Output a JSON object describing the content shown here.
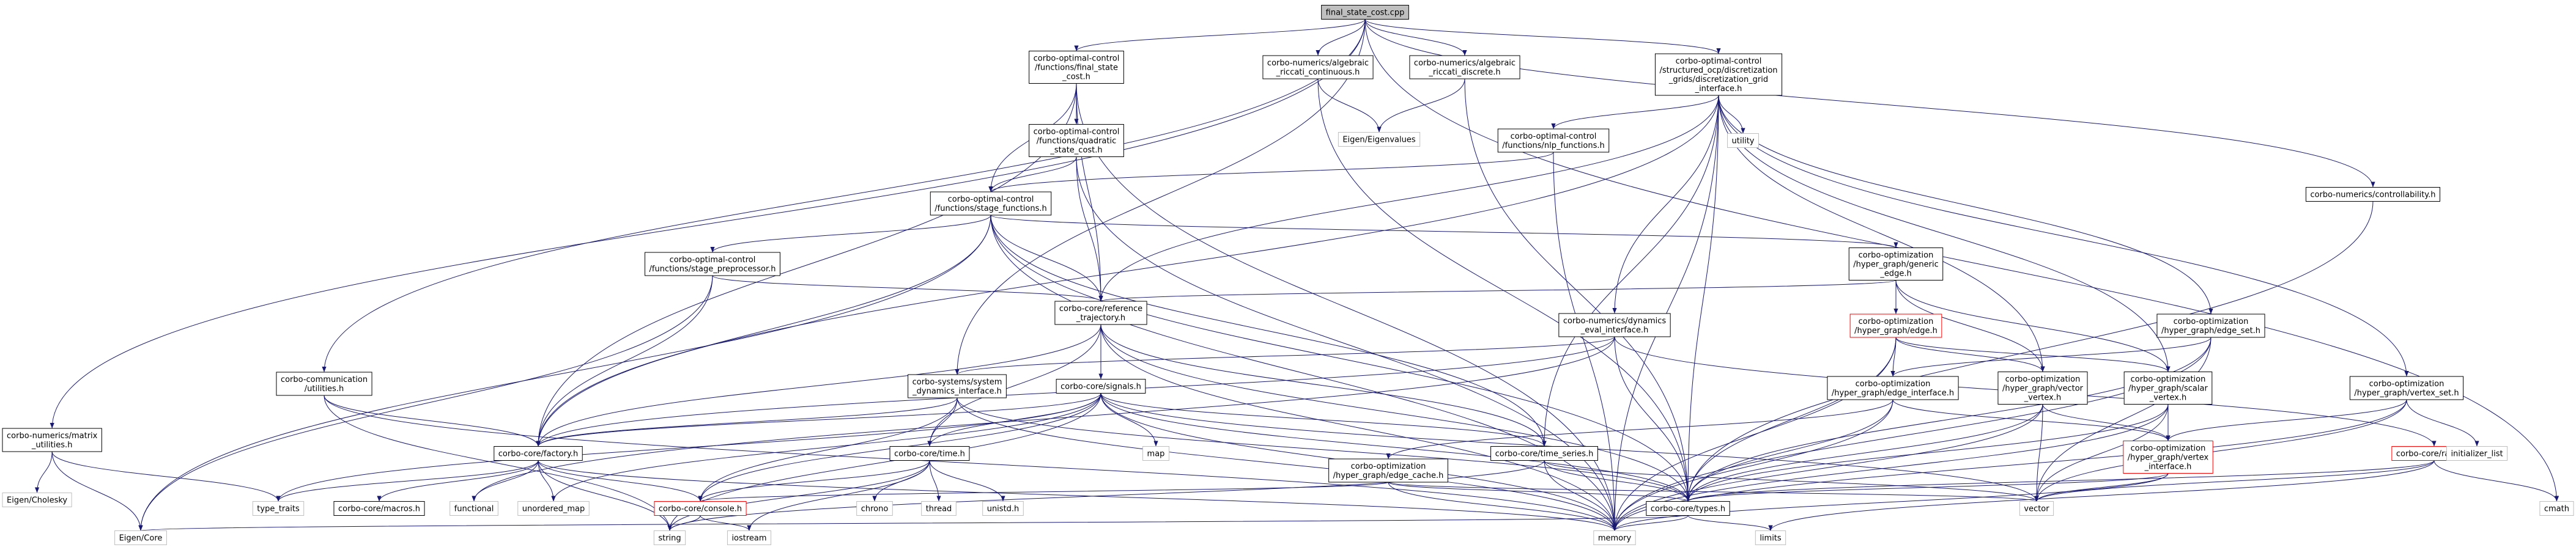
{
  "graph": {
    "root": "final_state_cost.cpp",
    "colors": {
      "edge": "#191970",
      "node_border": "#000000",
      "red_border": "#ff0000",
      "ext_border": "#bfbfbf",
      "ext_text": "#555555",
      "root_fill": "#bfbfbf"
    },
    "nodes": [
      {
        "id": "root",
        "lines": [
          "final_state_cost.cpp"
        ],
        "kind": "root"
      },
      {
        "id": "fsc_h",
        "lines": [
          "corbo-optimal-control",
          "/functions/final_state",
          "_cost.h"
        ]
      },
      {
        "id": "ric_c",
        "lines": [
          "corbo-numerics/algebraic",
          "_riccati_continuous.h"
        ]
      },
      {
        "id": "ric_d",
        "lines": [
          "corbo-numerics/algebraic",
          "_riccati_discrete.h"
        ]
      },
      {
        "id": "disc_grid",
        "lines": [
          "corbo-optimal-control",
          "/structured_ocp/discretization",
          "_grids/discretization_grid",
          "_interface.h"
        ]
      },
      {
        "id": "quad",
        "lines": [
          "corbo-optimal-control",
          "/functions/quadratic",
          "_state_cost.h"
        ]
      },
      {
        "id": "eig_val",
        "lines": [
          "Eigen/Eigenvalues"
        ],
        "kind": "ext"
      },
      {
        "id": "utility",
        "lines": [
          "utility"
        ],
        "kind": "ext"
      },
      {
        "id": "nlp",
        "lines": [
          "corbo-optimal-control",
          "/functions/nlp_functions.h"
        ]
      },
      {
        "id": "ctrl",
        "lines": [
          "corbo-numerics/controllability.h"
        ]
      },
      {
        "id": "stage_fn",
        "lines": [
          "corbo-optimal-control",
          "/functions/stage_functions.h"
        ]
      },
      {
        "id": "stage_pre",
        "lines": [
          "corbo-optimal-control",
          "/functions/stage_preprocessor.h"
        ]
      },
      {
        "id": "gen_edge",
        "lines": [
          "corbo-optimization",
          "/hyper_graph/generic",
          "_edge.h"
        ]
      },
      {
        "id": "ref_traj",
        "lines": [
          "corbo-core/reference",
          "_trajectory.h"
        ]
      },
      {
        "id": "edge",
        "lines": [
          "corbo-optimization",
          "/hyper_graph/edge.h"
        ],
        "kind": "red"
      },
      {
        "id": "dyn_eval",
        "lines": [
          "corbo-numerics/dynamics",
          "_eval_interface.h"
        ]
      },
      {
        "id": "edge_set",
        "lines": [
          "corbo-optimization",
          "/hyper_graph/edge_set.h"
        ]
      },
      {
        "id": "matrix",
        "lines": [
          "corbo-numerics/matrix",
          "_utilities.h"
        ]
      },
      {
        "id": "comm",
        "lines": [
          "corbo-communication",
          "/utilities.h"
        ]
      },
      {
        "id": "sys_dyn",
        "lines": [
          "corbo-systems/system",
          "_dynamics_interface.h"
        ]
      },
      {
        "id": "signals",
        "lines": [
          "corbo-core/signals.h"
        ]
      },
      {
        "id": "edge_if",
        "lines": [
          "corbo-optimization",
          "/hyper_graph/edge_interface.h"
        ]
      },
      {
        "id": "vec_vertex",
        "lines": [
          "corbo-optimization",
          "/hyper_graph/vector",
          "_vertex.h"
        ]
      },
      {
        "id": "scal_vertex",
        "lines": [
          "corbo-optimization",
          "/hyper_graph/scalar",
          "_vertex.h"
        ]
      },
      {
        "id": "vertex_set",
        "lines": [
          "corbo-optimization",
          "/hyper_graph/vertex_set.h"
        ]
      },
      {
        "id": "range",
        "lines": [
          "corbo-core/range.h"
        ],
        "kind": "red"
      },
      {
        "id": "map",
        "lines": [
          "map"
        ],
        "kind": "ext"
      },
      {
        "id": "factory",
        "lines": [
          "corbo-core/factory.h"
        ]
      },
      {
        "id": "time",
        "lines": [
          "corbo-core/time.h"
        ]
      },
      {
        "id": "time_series",
        "lines": [
          "corbo-core/time_series.h"
        ]
      },
      {
        "id": "edge_cache",
        "lines": [
          "corbo-optimization",
          "/hyper_graph/edge_cache.h"
        ]
      },
      {
        "id": "vertex_if",
        "lines": [
          "corbo-optimization",
          "/hyper_graph/vertex",
          "_interface.h"
        ],
        "kind": "red"
      },
      {
        "id": "init_list",
        "lines": [
          "initializer_list"
        ],
        "kind": "ext"
      },
      {
        "id": "eig_chol",
        "lines": [
          "Eigen/Cholesky"
        ],
        "kind": "ext"
      },
      {
        "id": "type_traits",
        "lines": [
          "type_traits"
        ],
        "kind": "ext"
      },
      {
        "id": "macros",
        "lines": [
          "corbo-core/macros.h"
        ]
      },
      {
        "id": "functional",
        "lines": [
          "functional"
        ],
        "kind": "ext"
      },
      {
        "id": "unordered_map",
        "lines": [
          "unordered_map"
        ],
        "kind": "ext"
      },
      {
        "id": "console",
        "lines": [
          "corbo-core/console.h"
        ],
        "kind": "red"
      },
      {
        "id": "chrono",
        "lines": [
          "chrono"
        ],
        "kind": "ext"
      },
      {
        "id": "thread",
        "lines": [
          "thread"
        ],
        "kind": "ext"
      },
      {
        "id": "unistd",
        "lines": [
          "unistd.h"
        ],
        "kind": "ext"
      },
      {
        "id": "types",
        "lines": [
          "corbo-core/types.h"
        ]
      },
      {
        "id": "vector",
        "lines": [
          "vector"
        ],
        "kind": "ext"
      },
      {
        "id": "cmath",
        "lines": [
          "cmath"
        ],
        "kind": "ext"
      },
      {
        "id": "eig_core",
        "lines": [
          "Eigen/Core"
        ],
        "kind": "ext"
      },
      {
        "id": "string",
        "lines": [
          "string"
        ],
        "kind": "ext"
      },
      {
        "id": "iostream",
        "lines": [
          "iostream"
        ],
        "kind": "ext"
      },
      {
        "id": "memory",
        "lines": [
          "memory"
        ],
        "kind": "ext"
      },
      {
        "id": "limits",
        "lines": [
          "limits"
        ],
        "kind": "ext"
      }
    ],
    "edges": [
      [
        "root",
        "fsc_h"
      ],
      [
        "root",
        "ric_c"
      ],
      [
        "root",
        "ric_d"
      ],
      [
        "root",
        "disc_grid"
      ],
      [
        "root",
        "ctrl"
      ],
      [
        "root",
        "matrix"
      ],
      [
        "root",
        "comm"
      ],
      [
        "root",
        "sys_dyn"
      ],
      [
        "root",
        "cmath"
      ],
      [
        "fsc_h",
        "quad"
      ],
      [
        "fsc_h",
        "stage_fn"
      ],
      [
        "fsc_h",
        "ref_traj"
      ],
      [
        "fsc_h",
        "factory"
      ],
      [
        "fsc_h",
        "memory"
      ],
      [
        "ric_c",
        "eig_val"
      ],
      [
        "ric_c",
        "types"
      ],
      [
        "ric_d",
        "eig_val"
      ],
      [
        "ric_d",
        "types"
      ],
      [
        "disc_grid",
        "utility"
      ],
      [
        "disc_grid",
        "nlp"
      ],
      [
        "disc_grid",
        "ref_traj"
      ],
      [
        "disc_grid",
        "dyn_eval"
      ],
      [
        "disc_grid",
        "edge_set"
      ],
      [
        "disc_grid",
        "vertex_set"
      ],
      [
        "disc_grid",
        "types"
      ],
      [
        "disc_grid",
        "factory"
      ],
      [
        "disc_grid",
        "time_series"
      ],
      [
        "disc_grid",
        "vec_vertex"
      ],
      [
        "disc_grid",
        "scal_vertex"
      ],
      [
        "disc_grid",
        "memory"
      ],
      [
        "quad",
        "stage_fn"
      ],
      [
        "quad",
        "ref_traj"
      ],
      [
        "quad",
        "memory"
      ],
      [
        "nlp",
        "stage_fn"
      ],
      [
        "nlp",
        "memory"
      ],
      [
        "ctrl",
        "types"
      ],
      [
        "stage_fn",
        "stage_pre"
      ],
      [
        "stage_fn",
        "gen_edge"
      ],
      [
        "stage_fn",
        "ref_traj"
      ],
      [
        "stage_fn",
        "time_series"
      ],
      [
        "stage_fn",
        "factory"
      ],
      [
        "stage_fn",
        "types"
      ],
      [
        "stage_fn",
        "eig_core"
      ],
      [
        "stage_fn",
        "memory"
      ],
      [
        "stage_pre",
        "ref_traj"
      ],
      [
        "stage_pre",
        "factory"
      ],
      [
        "stage_pre",
        "eig_core"
      ],
      [
        "gen_edge",
        "edge"
      ],
      [
        "gen_edge",
        "vec_vertex"
      ],
      [
        "gen_edge",
        "scal_vertex"
      ],
      [
        "gen_edge",
        "ref_traj"
      ],
      [
        "ref_traj",
        "signals"
      ],
      [
        "ref_traj",
        "time"
      ],
      [
        "ref_traj",
        "time_series"
      ],
      [
        "ref_traj",
        "factory"
      ],
      [
        "ref_traj",
        "types"
      ],
      [
        "ref_traj",
        "memory"
      ],
      [
        "edge",
        "edge_if"
      ],
      [
        "edge",
        "vec_vertex"
      ],
      [
        "edge",
        "scal_vertex"
      ],
      [
        "edge",
        "types"
      ],
      [
        "edge",
        "memory"
      ],
      [
        "dyn_eval",
        "sys_dyn"
      ],
      [
        "dyn_eval",
        "types"
      ],
      [
        "dyn_eval",
        "factory"
      ],
      [
        "dyn_eval",
        "range"
      ],
      [
        "dyn_eval",
        "functional"
      ],
      [
        "edge_set",
        "edge_if"
      ],
      [
        "edge_set",
        "types"
      ],
      [
        "edge_set",
        "memory"
      ],
      [
        "edge_set",
        "vector"
      ],
      [
        "matrix",
        "eig_chol"
      ],
      [
        "matrix",
        "eig_core"
      ],
      [
        "matrix",
        "type_traits"
      ],
      [
        "comm",
        "factory"
      ],
      [
        "comm",
        "string"
      ],
      [
        "comm",
        "memory"
      ],
      [
        "sys_dyn",
        "time"
      ],
      [
        "sys_dyn",
        "factory"
      ],
      [
        "sys_dyn",
        "types"
      ],
      [
        "sys_dyn",
        "console"
      ],
      [
        "sys_dyn",
        "memory"
      ],
      [
        "signals",
        "time"
      ],
      [
        "signals",
        "types"
      ],
      [
        "signals",
        "map"
      ],
      [
        "signals",
        "factory"
      ],
      [
        "signals",
        "console"
      ],
      [
        "signals",
        "memory"
      ],
      [
        "signals",
        "string"
      ],
      [
        "signals",
        "vector"
      ],
      [
        "signals",
        "unordered_map"
      ],
      [
        "signals",
        "time_series"
      ],
      [
        "signals",
        "type_traits"
      ],
      [
        "edge_if",
        "edge_cache"
      ],
      [
        "edge_if",
        "vertex_if"
      ],
      [
        "edge_if",
        "types"
      ],
      [
        "edge_if",
        "memory"
      ],
      [
        "vec_vertex",
        "vertex_if"
      ],
      [
        "vec_vertex",
        "types"
      ],
      [
        "vec_vertex",
        "vector"
      ],
      [
        "vec_vertex",
        "memory"
      ],
      [
        "scal_vertex",
        "vertex_if"
      ],
      [
        "scal_vertex",
        "types"
      ],
      [
        "scal_vertex",
        "vector"
      ],
      [
        "scal_vertex",
        "memory"
      ],
      [
        "vertex_set",
        "vertex_if"
      ],
      [
        "vertex_set",
        "init_list"
      ],
      [
        "vertex_set",
        "memory"
      ],
      [
        "vertex_set",
        "vector"
      ],
      [
        "range",
        "types"
      ],
      [
        "range",
        "cmath"
      ],
      [
        "range",
        "limits"
      ],
      [
        "range",
        "vector"
      ],
      [
        "factory",
        "type_traits"
      ],
      [
        "factory",
        "macros"
      ],
      [
        "factory",
        "functional"
      ],
      [
        "factory",
        "unordered_map"
      ],
      [
        "factory",
        "console"
      ],
      [
        "factory",
        "memory"
      ],
      [
        "factory",
        "string"
      ],
      [
        "time",
        "chrono"
      ],
      [
        "time",
        "thread"
      ],
      [
        "time",
        "unistd"
      ],
      [
        "time",
        "console"
      ],
      [
        "time",
        "iostream"
      ],
      [
        "time",
        "string"
      ],
      [
        "time_series",
        "types"
      ],
      [
        "time_series",
        "memory"
      ],
      [
        "time_series",
        "vector"
      ],
      [
        "time_series",
        "string"
      ],
      [
        "edge_cache",
        "types"
      ],
      [
        "edge_cache",
        "memory"
      ],
      [
        "edge_cache",
        "vector"
      ],
      [
        "edge_cache",
        "console"
      ],
      [
        "vertex_if",
        "types"
      ],
      [
        "vertex_if",
        "memory"
      ],
      [
        "vertex_if",
        "vector"
      ],
      [
        "console",
        "string"
      ],
      [
        "console",
        "iostream"
      ],
      [
        "types",
        "eig_core"
      ],
      [
        "types",
        "memory"
      ],
      [
        "types",
        "limits"
      ]
    ]
  }
}
